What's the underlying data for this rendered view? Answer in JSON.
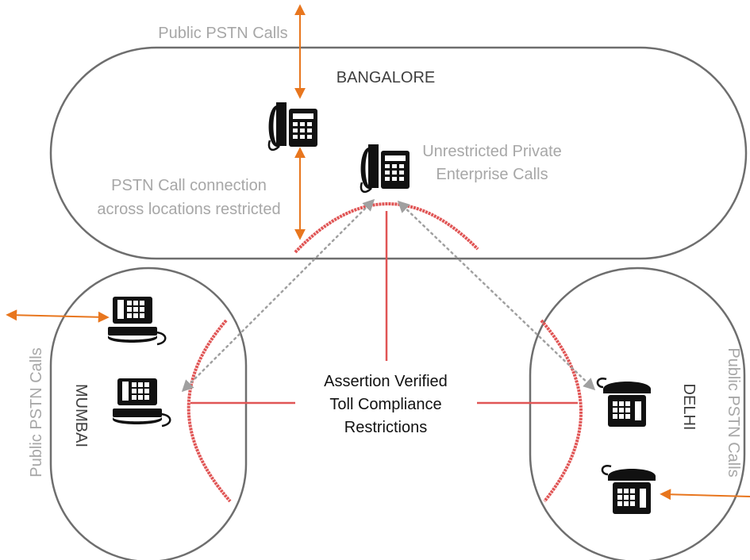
{
  "locations": {
    "bangalore": "BANGALORE",
    "mumbai": "MUMBAI",
    "delhi": "DELHI"
  },
  "labels": {
    "public_pstn_top": "Public PSTN Calls",
    "public_pstn_left": "Public PSTN Calls",
    "public_pstn_right": "Public PSTN Calls",
    "pstn_restricted_line1": "PSTN Call connection",
    "pstn_restricted_line2": "across locations restricted",
    "unrestricted_line1": "Unrestricted Private",
    "unrestricted_line2": "Enterprise Calls",
    "assertion_line1": "Assertion Verified",
    "assertion_line2": "Toll Compliance",
    "assertion_line3": "Restrictions"
  },
  "colors": {
    "region_outline": "#6e6e6e",
    "pstn_arrow": "#e8761e",
    "restriction_arc": "#e05555",
    "private_call_dots": "#a0a0a0",
    "muted_text": "#a7a7a7",
    "location_text": "#3f3f3f",
    "phone": "#111111"
  },
  "icons": {
    "phone": "desk-phone-icon"
  }
}
